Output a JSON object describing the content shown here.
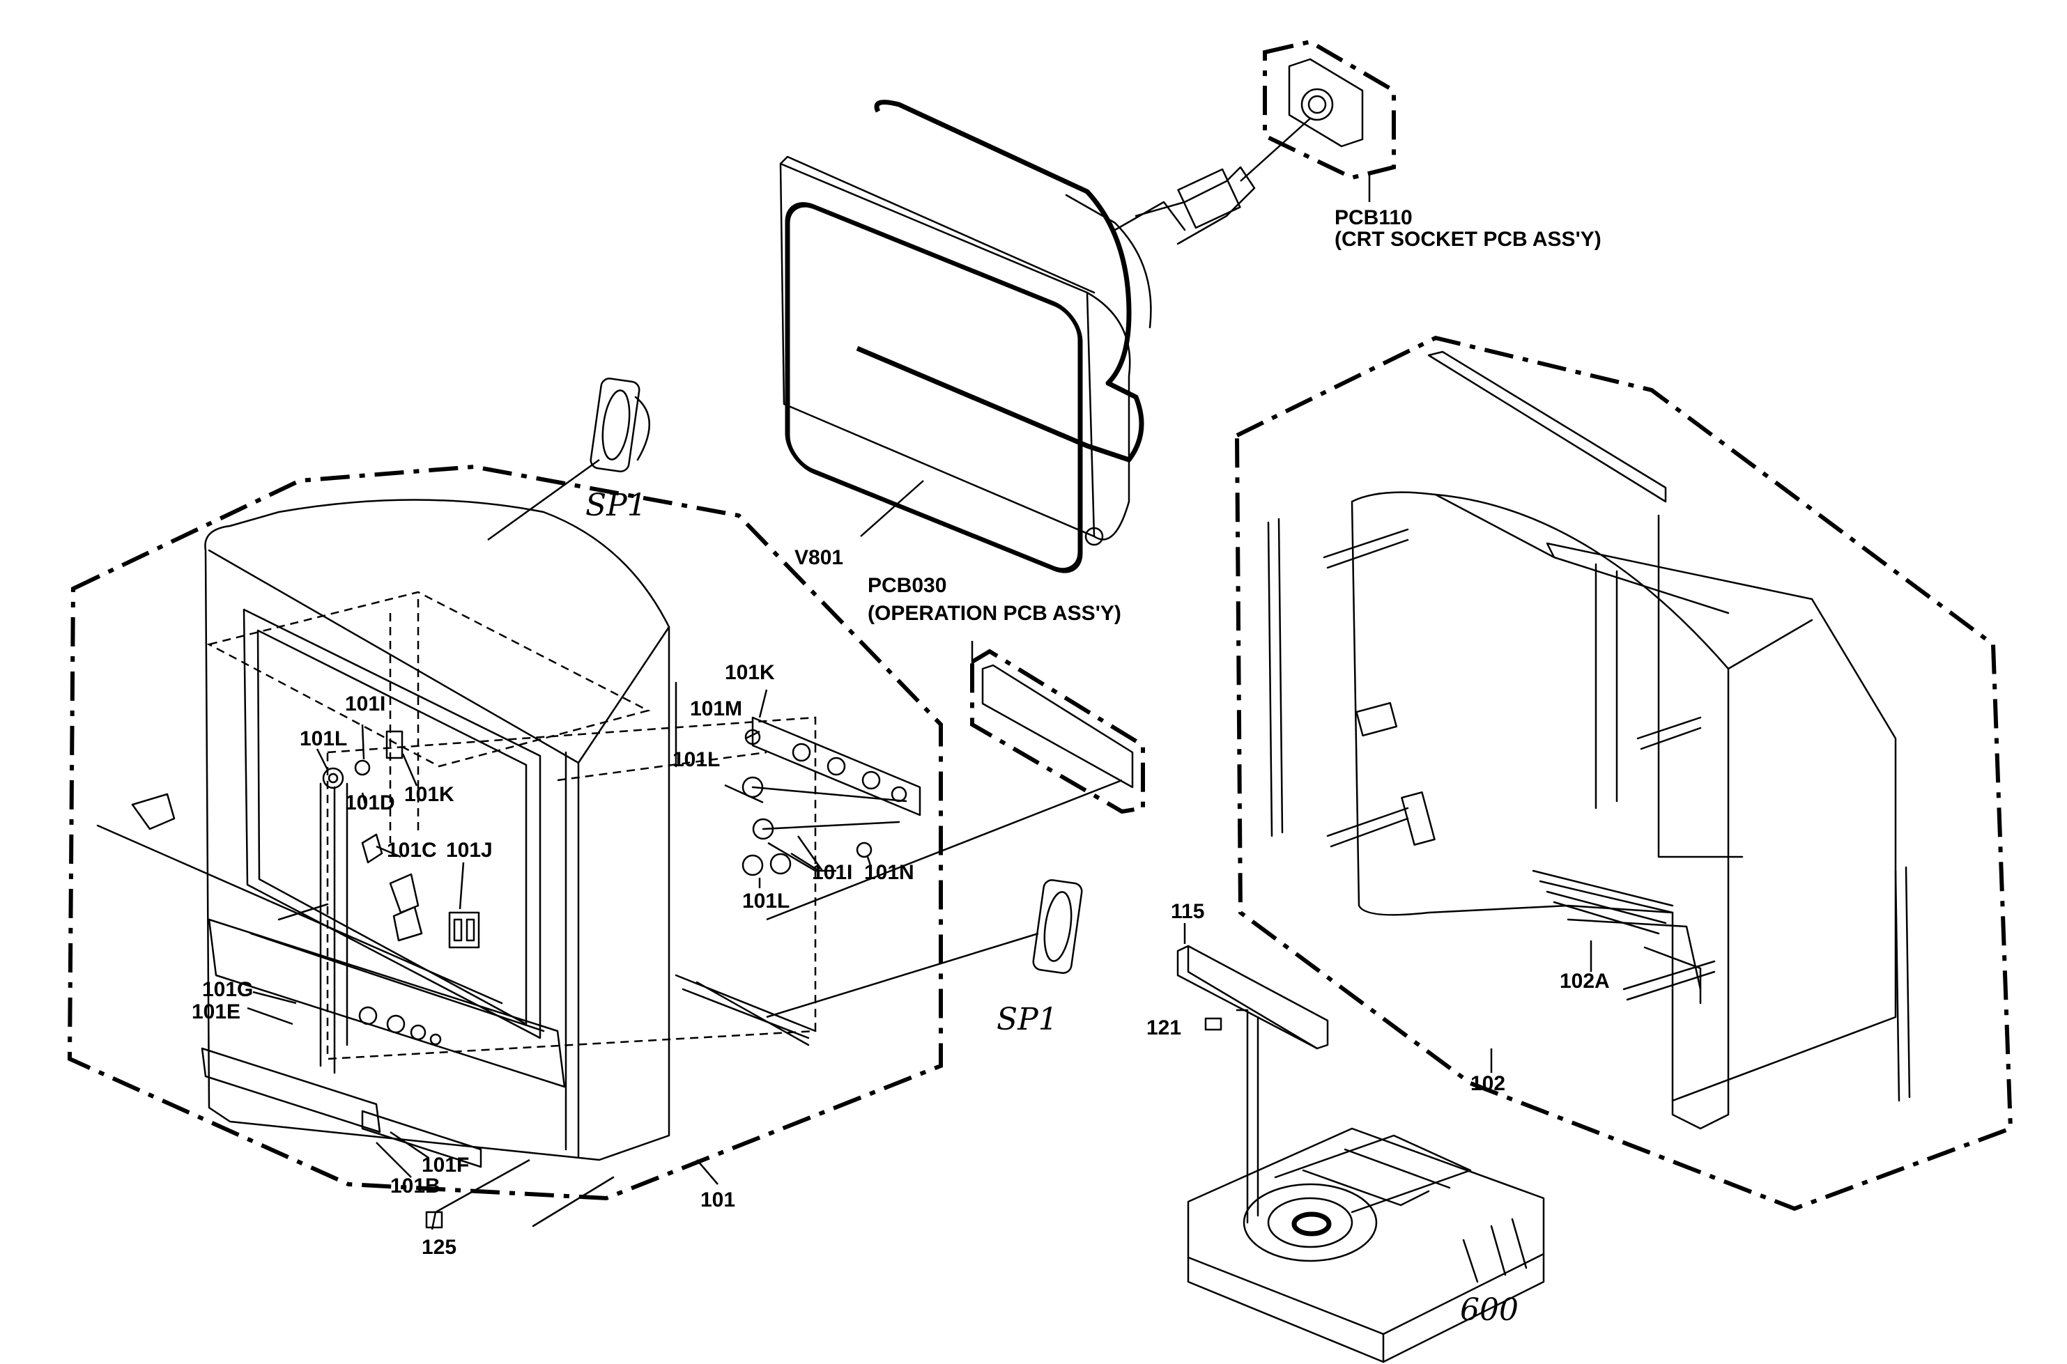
{
  "labels": {
    "pcb110": "PCB110",
    "pcb110_desc": "(CRT SOCKET PCB ASS'Y)",
    "v801": "V801",
    "pcb030": "PCB030",
    "pcb030_desc": "(OPERATION PCB ASS'Y)",
    "sp1_top": "SP1",
    "sp1_bottom": "SP1",
    "p101I_a": "101I",
    "p101L_a": "101L",
    "p101K_a": "101K",
    "p101D": "101D",
    "p101C": "101C",
    "p101J": "101J",
    "p101K_b": "101K",
    "p101M": "101M",
    "p101L_b": "101L",
    "p101I_b": "101I",
    "p101L_c": "101L",
    "p101N": "101N",
    "p101G": "101G",
    "p101E": "101E",
    "p101F": "101F",
    "p101B": "101B",
    "p101": "101",
    "p125": "125",
    "p115": "115",
    "p121": "121",
    "p102A": "102A",
    "p102": "102",
    "p600": "600"
  }
}
